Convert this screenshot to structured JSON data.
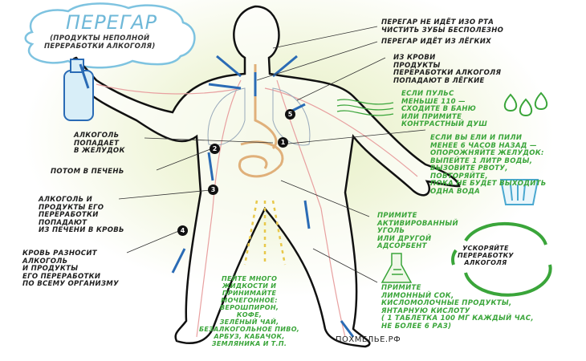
{
  "header": {
    "title": "ПЕРЕГАР",
    "subtitle": "(ПРОДУКТЫ НЕПОЛНОЙ\nПЕРЕРАБОТКИ АЛКОГОЛЯ)"
  },
  "right_notes": {
    "mouth": "ПЕРЕГАР НЕ ИДЁТ ИЗО РТА\nЧИСТИТЬ ЗУБЫ БЕСПОЛЕЗНО",
    "lungs": "ПЕРЕГАР ИДЁТ ИЗ ЛЁГКИХ",
    "blood_to_lungs": "ИЗ КРОВИ\nПРОДУКТЫ\nПЕРЕРАБОТКИ АЛКОГОЛЯ\nПОПАДАЮТ В ЛЁГКИЕ"
  },
  "left_notes": {
    "stomach": "АЛКОГОЛЬ\nПОПАДАЕТ\nВ ЖЕЛУДОК",
    "liver": "ПОТОМ В ПЕЧЕНЬ",
    "to_blood": "АЛКОГОЛЬ И\nПРОДУКТЫ ЕГО\nПЕРЕРАБОТКИ\nПОПАДАЮТ\nИЗ ПЕЧЕНИ В КРОВЬ",
    "circulation": "КРОВЬ РАЗНОСИТ\nАЛКОГОЛЬ\nИ ПРОДУКТЫ\nЕГО ПЕРЕРАБОТКИ\nПО ВСЕМУ ОРГАНИЗМУ"
  },
  "tips": {
    "sauna": "ЕСЛИ ПУЛЬС\nМЕНЬШЕ 110 —\nСХОДИТЕ В БАНЮ\nИЛИ ПРИМИТЕ\nКОНТРАСТНЫЙ ДУШ",
    "stomach": "ЕСЛИ ВЫ ЕЛИ И ПИЛИ\nМЕНЕЕ 6 ЧАСОВ НАЗАД —\nОПОРОЖНЯЙТЕ ЖЕЛУДОК:\nВЫПЕЙТЕ 1 ЛИТР ВОДЫ,\nВЫЗОВИТЕ РВОТУ,\nПОВТОРЯЙТЕ,\nПОКА НЕ БУДЕТ ВЫХОДИТЬ\nОДНА ВОДА",
    "adsorbent": "ПРИМИТЕ\nАКТИВИРОВАННЫЙ\nУГОЛЬ\nИЛИ ДРУГОЙ\nАДСОРБЕНТ",
    "acid": "ПРИМИТЕ\nЛИМОННЫЙ СОК,\nКИСЛОМОЛОЧНЫЕ ПРОДУКТЫ,\nЯНТАРНУЮ КИСЛОТУ\n( 1 ТАБЛЕТКА 100 МГ КАЖДЫЙ ЧАС,\nНЕ БОЛЕЕ 6 РАЗ)",
    "fluids": "ПЕЙТЕ МНОГО\nЖИДКОСТИ И\nПРИНИМАЙТЕ\nМОЧЕГОННОЕ:\nВЕРОШПИРОН,\nКОФЕ,\nЗЕЛЁНЫЙ ЧАЙ,\nБЕЗАЛКОГОЛЬНОЕ ПИВО,\nАРБУЗ, КАБАЧОК,\nЗЕМЛЯНИКА И Т.П.",
    "cycle": "УСКОРЯЙТЕ\nПЕРЕРАБОТКУ\nАЛКОГОЛЯ"
  },
  "steps": [
    "1",
    "2",
    "3",
    "4",
    "5"
  ],
  "watermark": "ПОХМЕЛЬЕ.РФ",
  "colors": {
    "green": "#3aa53a",
    "blue": "#2a6bb5",
    "cloud": "#7ec3e0",
    "vein": "#e8a0a0"
  }
}
